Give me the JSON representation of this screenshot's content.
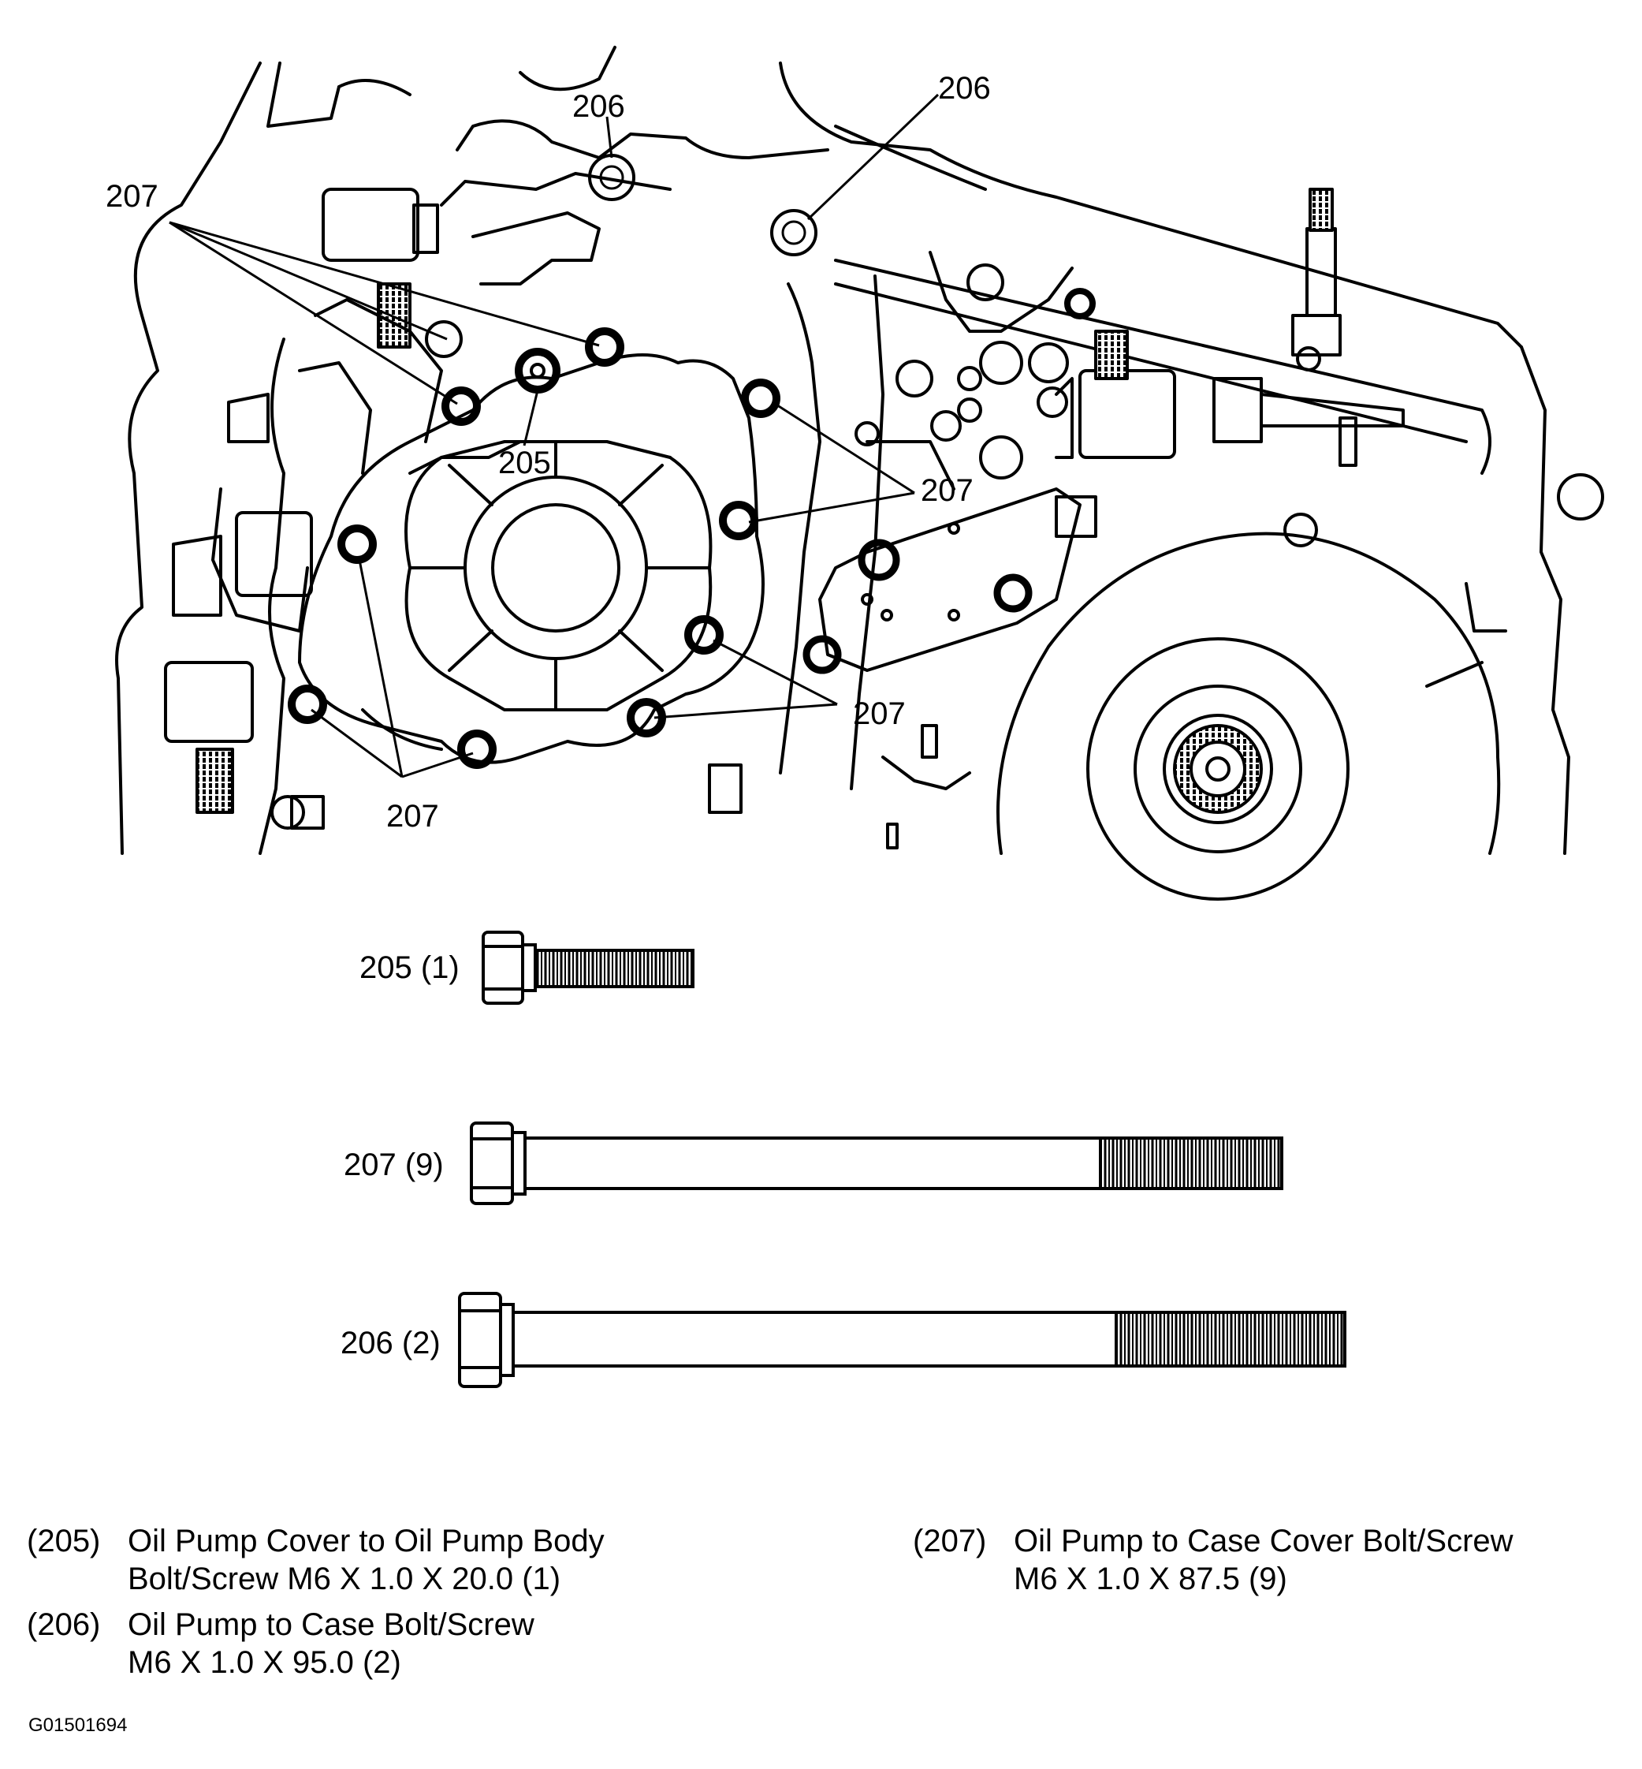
{
  "callouts": {
    "c206_top_left": "206",
    "c206_top_right": "206",
    "c207_upper_left": "207",
    "c205_center": "205",
    "c207_right": "207",
    "c207_lower_right": "207",
    "c207_bottom": "207"
  },
  "bolts": [
    {
      "label": "205 (1)"
    },
    {
      "label": "207 (9)"
    },
    {
      "label": "206 (2)"
    }
  ],
  "legend": [
    {
      "num": "(205)",
      "line1": "Oil Pump Cover to Oil Pump Body",
      "line2": "Bolt/Screw M6 X 1.0 X 20.0 (1)"
    },
    {
      "num": "(206)",
      "line1": "Oil Pump to Case Bolt/Screw",
      "line2": "M6 X 1.0 X 95.0 (2)"
    },
    {
      "num": "(207)",
      "line1": "Oil Pump to Case Cover Bolt/Screw",
      "line2": "M6 X 1.0 X 87.5 (9)"
    }
  ],
  "figure_id": "G01501694"
}
